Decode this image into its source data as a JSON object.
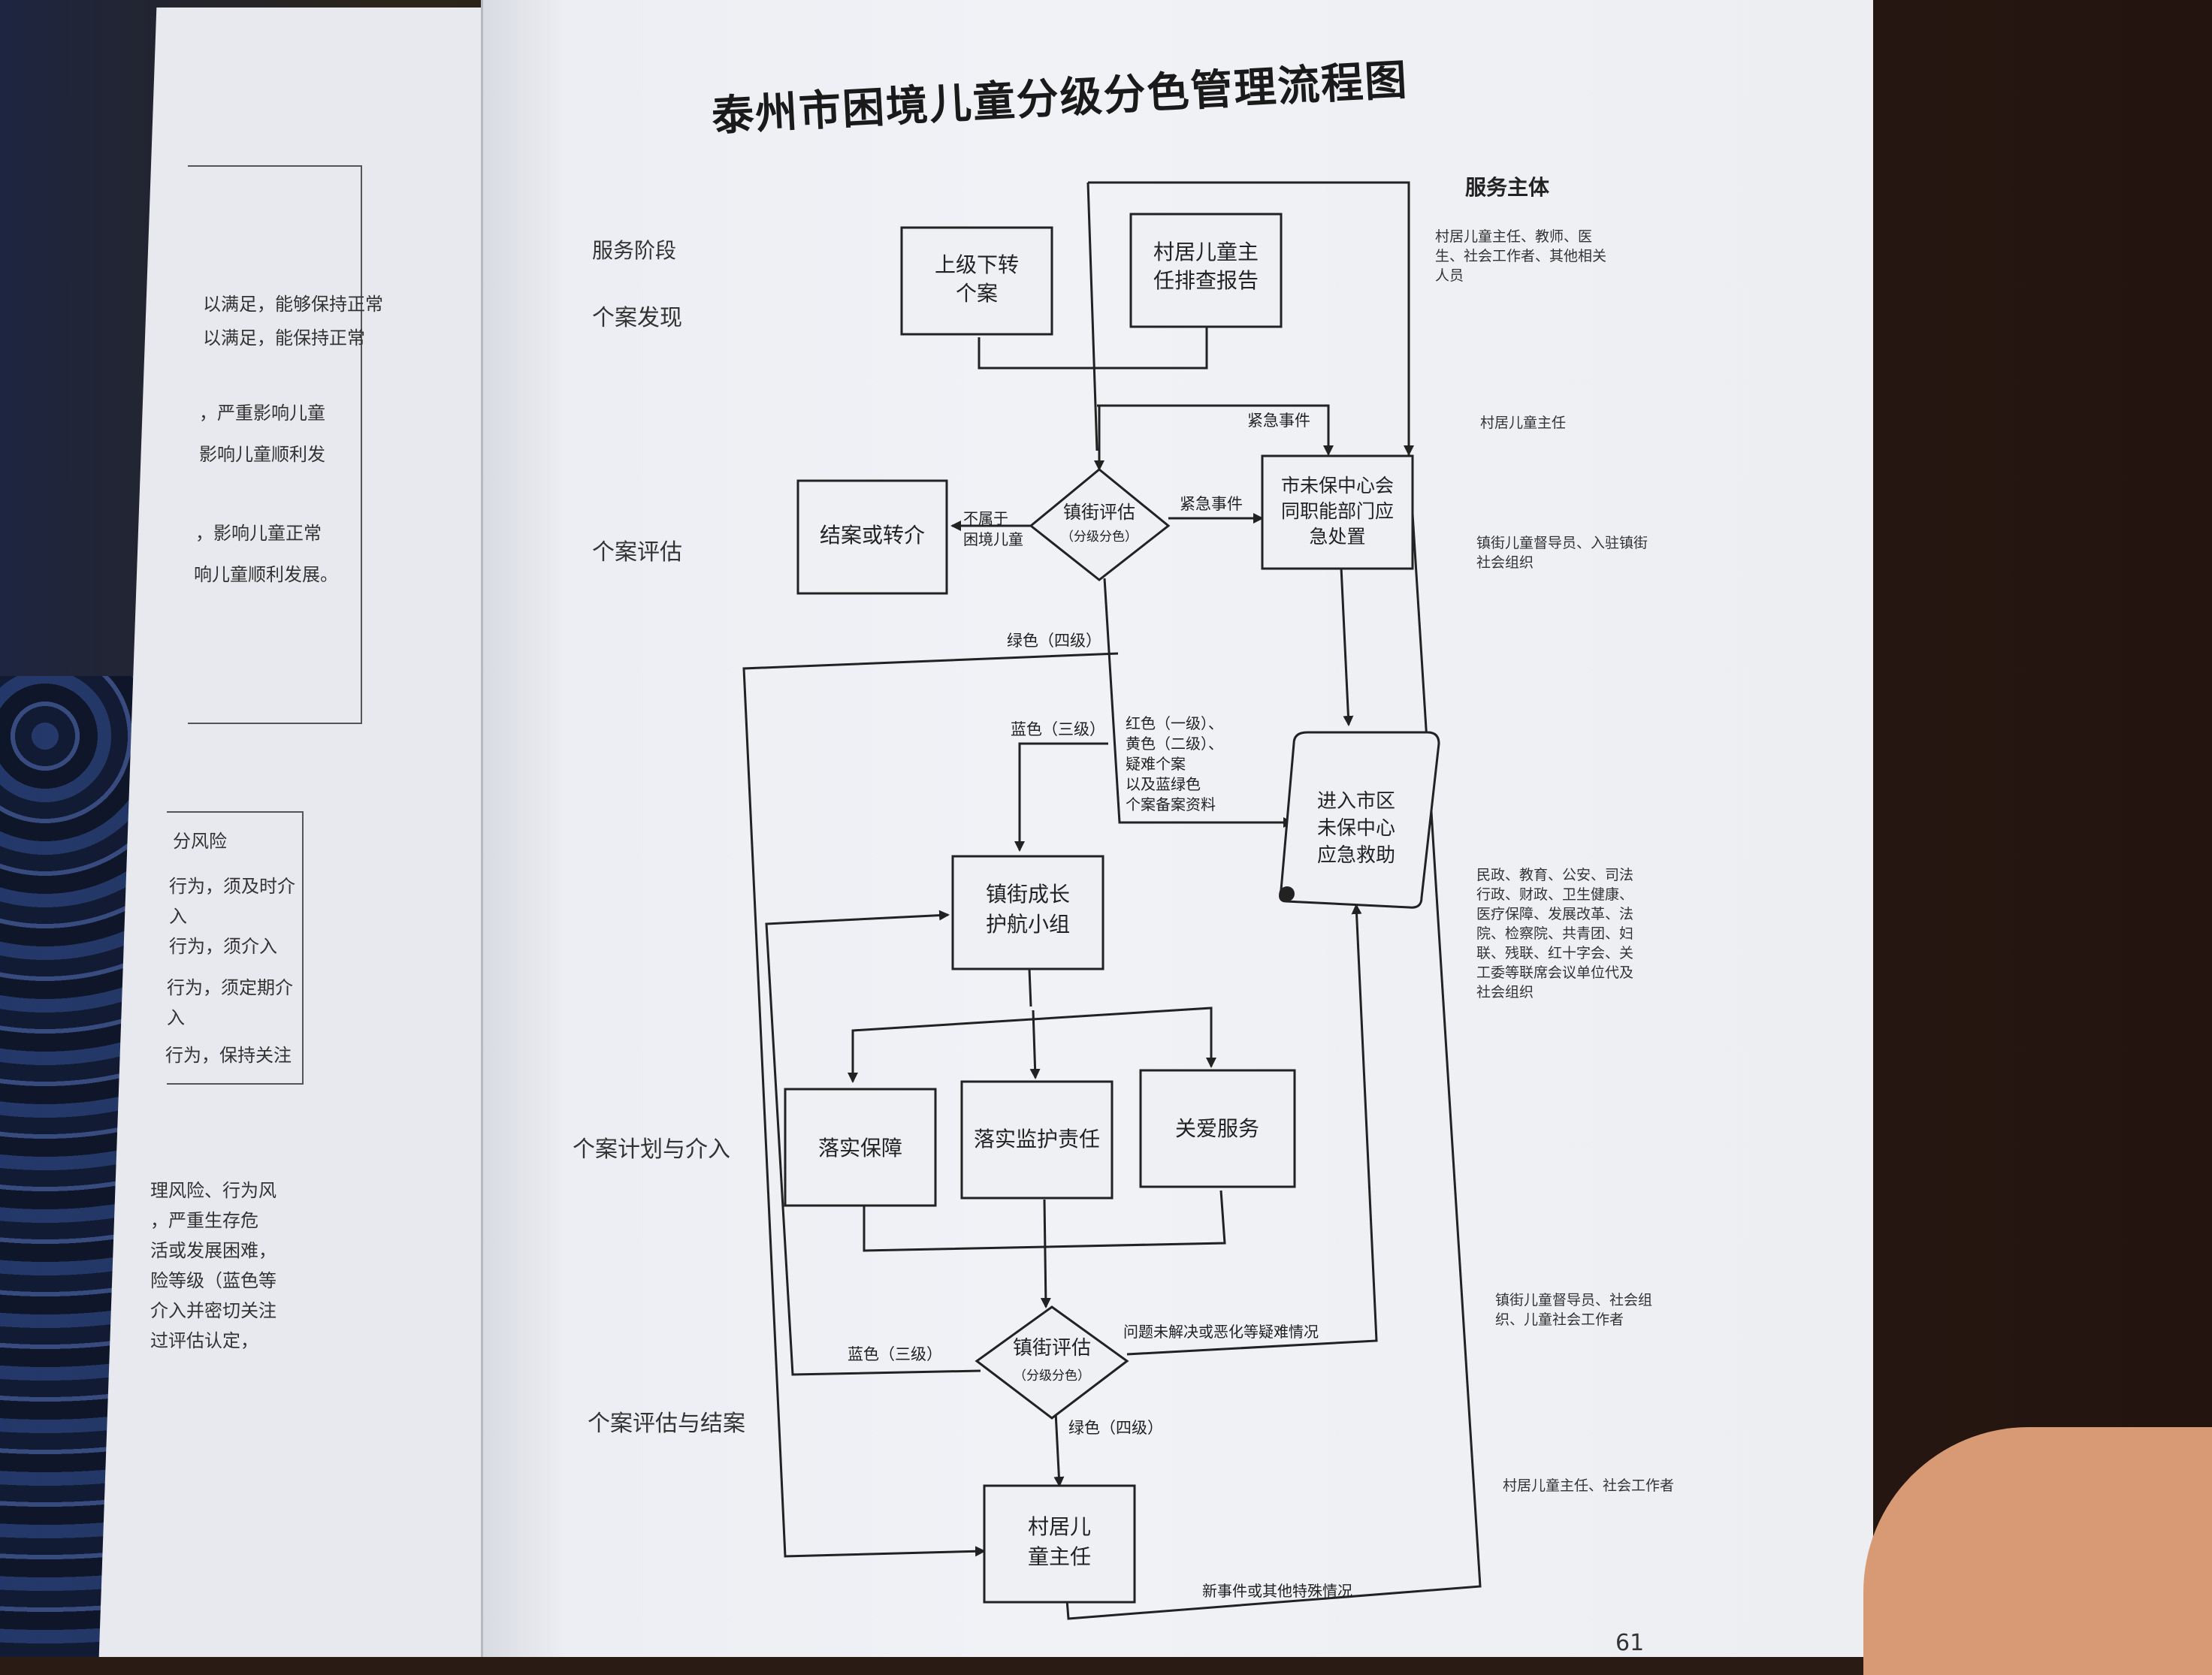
{
  "title": "泰州市困境儿童分级分色管理流程图",
  "headers": {
    "stage": "服务阶段",
    "subject": "服务主体"
  },
  "stages": [
    "个案发现",
    "个案评估",
    "个案计划与介入",
    "个案评估与结案"
  ],
  "subjects": [
    "村居儿童主任、教师、医生、社会工作者、其他相关人员",
    "村居儿童主任",
    "镇街儿童督导员、入驻镇街社会组织",
    "民政、教育、公安、司法行政、财政、卫生健康、医疗保障、发展改革、法院、检察院、共青团、妇联、残联、红十字会、关工委等联席会议单位代及社会组织",
    "镇街儿童督导员、社会组织、儿童社会工作者",
    "村居儿童主任、社会工作者"
  ],
  "nodes": {
    "superior": "上级下转\n个案",
    "village_report": "村居儿童主\n任排查报告",
    "close_transfer": "结案或转介",
    "town_assess1": "镇街评估",
    "town_assess1_sub": "（分级分色）",
    "city_emergency": "市未保中心会\n同职能部门应\n急处置",
    "city_rescue": "进入市区\n未保中心\n应急救助",
    "growth_group": "镇街成长\n护航小组",
    "guarantee": "落实保障",
    "guardianship": "落实监护责任",
    "care": "关爱服务",
    "town_assess2": "镇街评估",
    "town_assess2_sub": "（分级分色）",
    "village_director": "村居儿\n童主任"
  },
  "edge_labels": {
    "emergency_top": "紧急事件",
    "emergency_mid": "紧急事件",
    "not_plight": "不属于\n困境儿童",
    "green1": "绿色（四级）",
    "blue1": "蓝色（三级）",
    "red_yellow": "红色（一级）、\n黄色（二级）、\n疑难个案\n以及蓝绿色\n个案备案资料",
    "blue2": "蓝色（三级）",
    "unresolved": "问题未解决或恶化等疑难情况",
    "green2": "绿色（四级）",
    "new_event": "新事件或其他特殊情况"
  },
  "left_page": {
    "top_rows": [
      "以满足，能够保持正常",
      "以满足，能保持正常",
      "，严重影响儿童",
      "影响儿童顺利发",
      "，影响儿童正常",
      "响儿童顺利发展。"
    ],
    "risk_header": "分风险",
    "risk_rows": [
      "行为，须及时介\n入",
      "行为，须介入",
      "行为，须定期介\n入",
      "行为，保持关注"
    ],
    "paragraph": "理风险、行为风\n，严重生存危\n活或发展困难，\n险等级（蓝色等\n介入并密切关注\n过评估认定，"
  },
  "page_number": "61"
}
